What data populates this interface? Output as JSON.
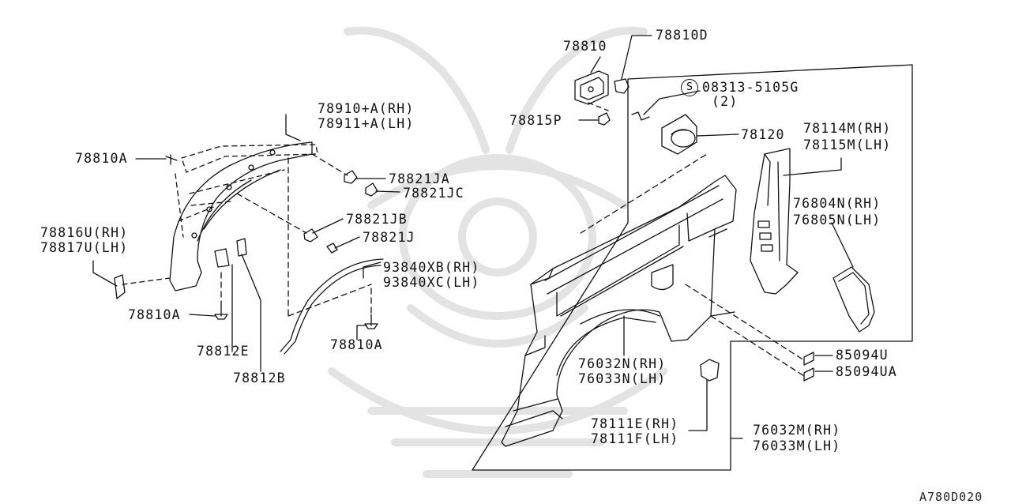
{
  "diagram": {
    "watermark_icon": "samurai-helmet-watermark",
    "colors": {
      "line": "#111111",
      "watermark": "#e3e3e3",
      "background": "#ffffff"
    },
    "code": "A780D020",
    "labels": {
      "p78810": "78810",
      "p78810D": "78810D",
      "p08313_a": "08313-5105G",
      "p08313_b": "(2)",
      "p08313_s": "S",
      "p78815P": "78815P",
      "p78120": "78120",
      "p78114M": "78114M(RH)",
      "p78115M": "78115M(LH)",
      "p76804N": "76804N(RH)",
      "p76805N": "76805N(LH)",
      "p78910": "78910+A(RH)",
      "p78911": "78911+A(LH)",
      "p78810A_top": "78810A",
      "p78821JA": "78821JA",
      "p78821JC": "78821JC",
      "p78821JB": "78821JB",
      "p78821J": "78821J",
      "p78816U": "78816U(RH)",
      "p78817U": "78817U(LH)",
      "p93840XB": "93840XB(RH)",
      "p93840XC": "93840XC(LH)",
      "p78810A_left": "78810A",
      "p78810A_bottom": "78810A",
      "p78812E": "78812E",
      "p78812B": "78812B",
      "p85094U": "85094U",
      "p85094UA": "85094UA",
      "p76032N": "76032N(RH)",
      "p76033N": "76033N(LH)",
      "p78111E": "78111E(RH)",
      "p78111F": "78111F(LH)",
      "p76032M": "76032M(RH)",
      "p76033M": "76033M(LH)"
    }
  }
}
